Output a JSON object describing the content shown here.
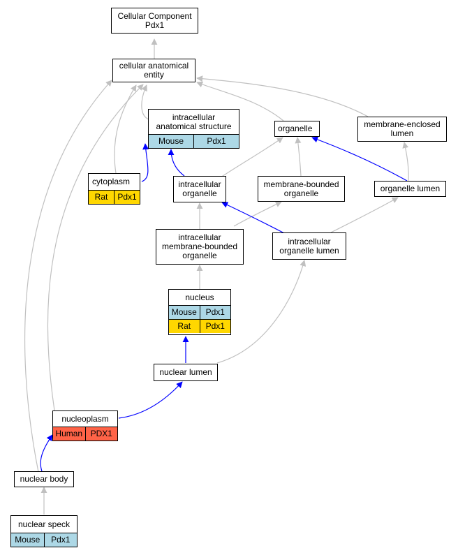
{
  "colors": {
    "is_a_edge": "#c0c0c0",
    "part_of_edge": "#0000ff",
    "mouse": "#add8e6",
    "rat": "#ffd700",
    "human": "#ff6347"
  },
  "nodes": {
    "root": {
      "title": "Cellular Component\nPdx1"
    },
    "cae": {
      "title": "cellular anatomical\nentity"
    },
    "ias": {
      "title": "intracellular\nanatomical structure",
      "annotations": [
        {
          "species": "Mouse",
          "gene": "Pdx1"
        }
      ]
    },
    "organelle": {
      "title": "organelle"
    },
    "mel": {
      "title": "membrane-enclosed\nlumen"
    },
    "cytoplasm": {
      "title": "cytoplasm",
      "annotations": [
        {
          "species": "Rat",
          "gene": "Pdx1"
        }
      ]
    },
    "io": {
      "title": "intracellular\norganelle"
    },
    "mbo": {
      "title": "membrane-bounded\norganelle"
    },
    "ol": {
      "title": "organelle lumen"
    },
    "imbo": {
      "title": "intracellular\nmembrane-bounded\norganelle"
    },
    "iol": {
      "title": "intracellular\norganelle lumen"
    },
    "nucleus": {
      "title": "nucleus",
      "annotations": [
        {
          "species": "Mouse",
          "gene": "Pdx1"
        },
        {
          "species": "Rat",
          "gene": "Pdx1"
        }
      ]
    },
    "nl": {
      "title": "nuclear lumen"
    },
    "np": {
      "title": "nucleoplasm",
      "annotations": [
        {
          "species": "Human",
          "gene": "PDX1"
        }
      ]
    },
    "nb": {
      "title": "nuclear body"
    },
    "ns": {
      "title": "nuclear speck",
      "annotations": [
        {
          "species": "Mouse",
          "gene": "Pdx1"
        }
      ]
    }
  },
  "edges": [
    {
      "from": "cae",
      "to": "root",
      "type": "is_a"
    },
    {
      "from": "ias",
      "to": "cae",
      "type": "is_a"
    },
    {
      "from": "organelle",
      "to": "cae",
      "type": "is_a"
    },
    {
      "from": "mel",
      "to": "cae",
      "type": "is_a"
    },
    {
      "from": "cytoplasm",
      "to": "cae",
      "type": "is_a"
    },
    {
      "from": "cytoplasm",
      "to": "ias",
      "type": "part_of"
    },
    {
      "from": "io",
      "to": "ias",
      "type": "part_of"
    },
    {
      "from": "io",
      "to": "organelle",
      "type": "is_a"
    },
    {
      "from": "mbo",
      "to": "organelle",
      "type": "is_a"
    },
    {
      "from": "ol",
      "to": "organelle",
      "type": "part_of"
    },
    {
      "from": "ol",
      "to": "mel",
      "type": "is_a"
    },
    {
      "from": "imbo",
      "to": "io",
      "type": "is_a"
    },
    {
      "from": "imbo",
      "to": "mbo",
      "type": "is_a"
    },
    {
      "from": "iol",
      "to": "io",
      "type": "part_of"
    },
    {
      "from": "iol",
      "to": "ol",
      "type": "is_a"
    },
    {
      "from": "nucleus",
      "to": "imbo",
      "type": "is_a"
    },
    {
      "from": "nl",
      "to": "nucleus",
      "type": "part_of"
    },
    {
      "from": "nl",
      "to": "iol",
      "type": "is_a"
    },
    {
      "from": "np",
      "to": "nl",
      "type": "part_of"
    },
    {
      "from": "np",
      "to": "cae",
      "type": "is_a"
    },
    {
      "from": "nb",
      "to": "np",
      "type": "part_of"
    },
    {
      "from": "nb",
      "to": "cae",
      "type": "is_a"
    },
    {
      "from": "ns",
      "to": "nb",
      "type": "is_a"
    }
  ]
}
